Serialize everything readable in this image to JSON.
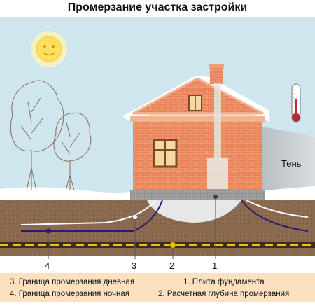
{
  "title": "Промерзание участка застройки",
  "shadow_label": "Тень",
  "markers": [
    "4",
    "3",
    "2",
    "1"
  ],
  "legend": {
    "left": [
      "3. Граница промерзания дневная",
      "4. Граница промерзания ночная"
    ],
    "right": [
      "1. Плита фундамента",
      "2. Расчетная глубина промерзания"
    ]
  },
  "icons": [
    "sun-icon",
    "tree-icon",
    "house-icon",
    "thermometer-icon"
  ],
  "colors": {
    "sky": "#cfe6ee",
    "snow": "#ffffff",
    "soil": "#8a6a4f",
    "brick": "#e9835a",
    "roof_trim": "#f2b48f",
    "day_line": "#ffffff",
    "night_line": "#2a1b6e",
    "frost_line": "#f2c200",
    "legend_bg": "#fce0c0"
  }
}
